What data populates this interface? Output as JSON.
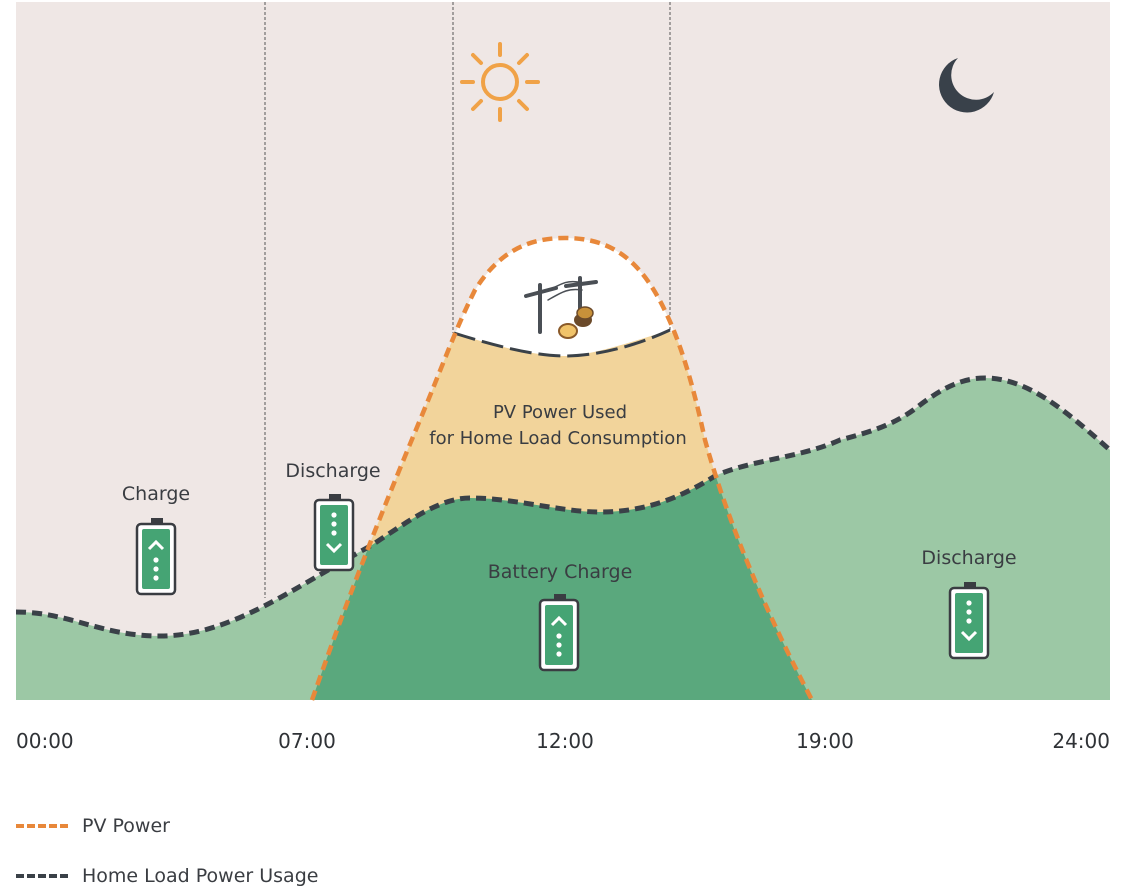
{
  "time_axis": {
    "ticks": [
      "00:00",
      "07:00",
      "12:00",
      "19:00",
      "24:00"
    ]
  },
  "region_labels": {
    "charge_night": "Charge",
    "discharge_morning": "Discharge",
    "pv_used_line1": "PV Power Used",
    "pv_used_line2": "for Home Load Consumption",
    "battery_charge": "Battery Charge",
    "discharge_evening": "Discharge"
  },
  "legend": {
    "pv_power": "PV Power",
    "home_load": "Home Load Power Usage"
  },
  "icons": [
    "sun-icon",
    "moon-icon",
    "power-grid-icon",
    "battery-charge-icon",
    "battery-discharge-icon"
  ],
  "colors": {
    "background": "#efe7e5",
    "pv_line": "#e8883a",
    "load_line": "#3a4148",
    "load_area": "#9cc8a5",
    "battery_charge_area": "#5aa87d",
    "pv_used_area": "#f2d49b",
    "grid_export_area": "#ffffff",
    "sun": "#f0a247",
    "moon": "#39414a",
    "battery": "#45a474"
  }
}
